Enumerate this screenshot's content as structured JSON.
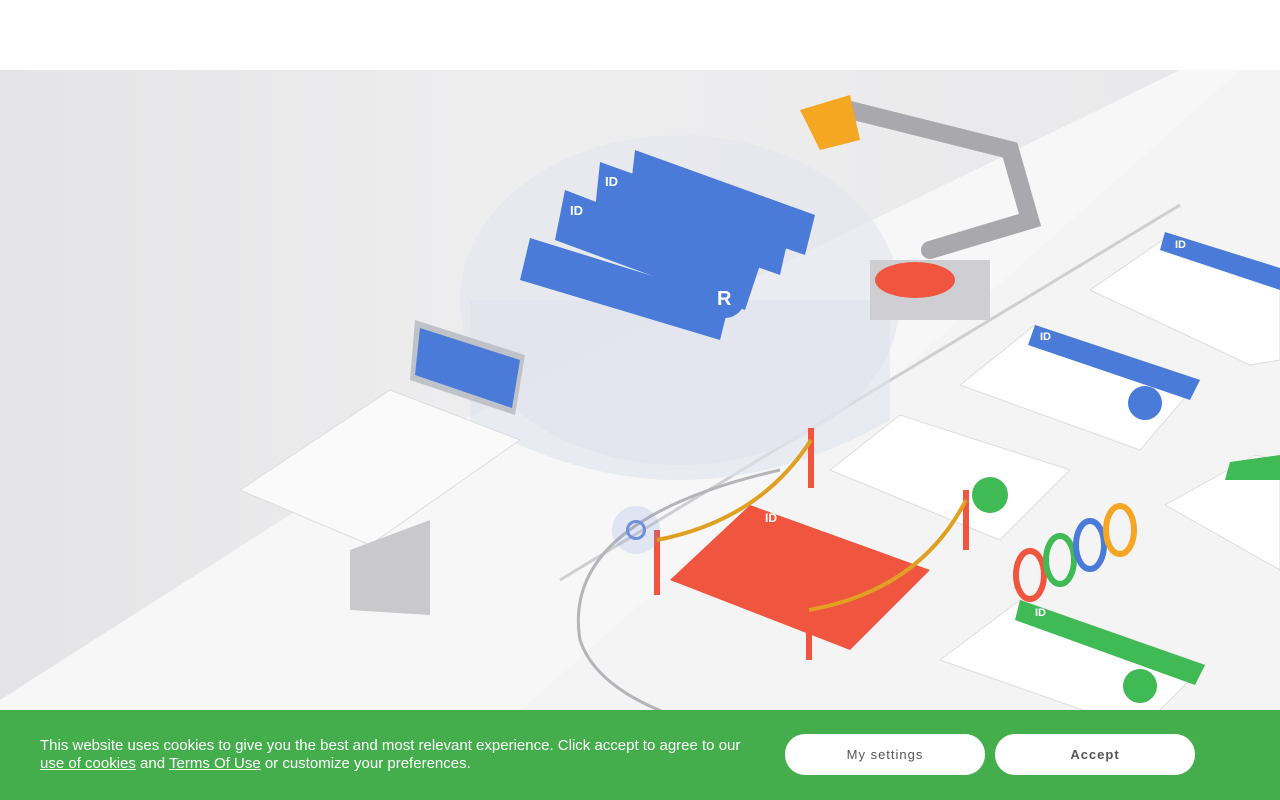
{
  "cookie_banner": {
    "text_before": "This website uses cookies to give you the best and most relevant experience. Click accept to agree to our ",
    "link_cookies": "use of cookies",
    "text_mid": " and ",
    "link_terms": "Terms Of Use",
    "text_after": " or customize your preferences.",
    "settings_label": "My settings",
    "accept_label": "Accept"
  },
  "illustration": {
    "card_id_label": "ID",
    "card_badge_letter": "R",
    "colors": {
      "blue": "#4a7bd8",
      "red": "#f0553f",
      "green": "#3fba55",
      "orange": "#f5a623"
    }
  }
}
